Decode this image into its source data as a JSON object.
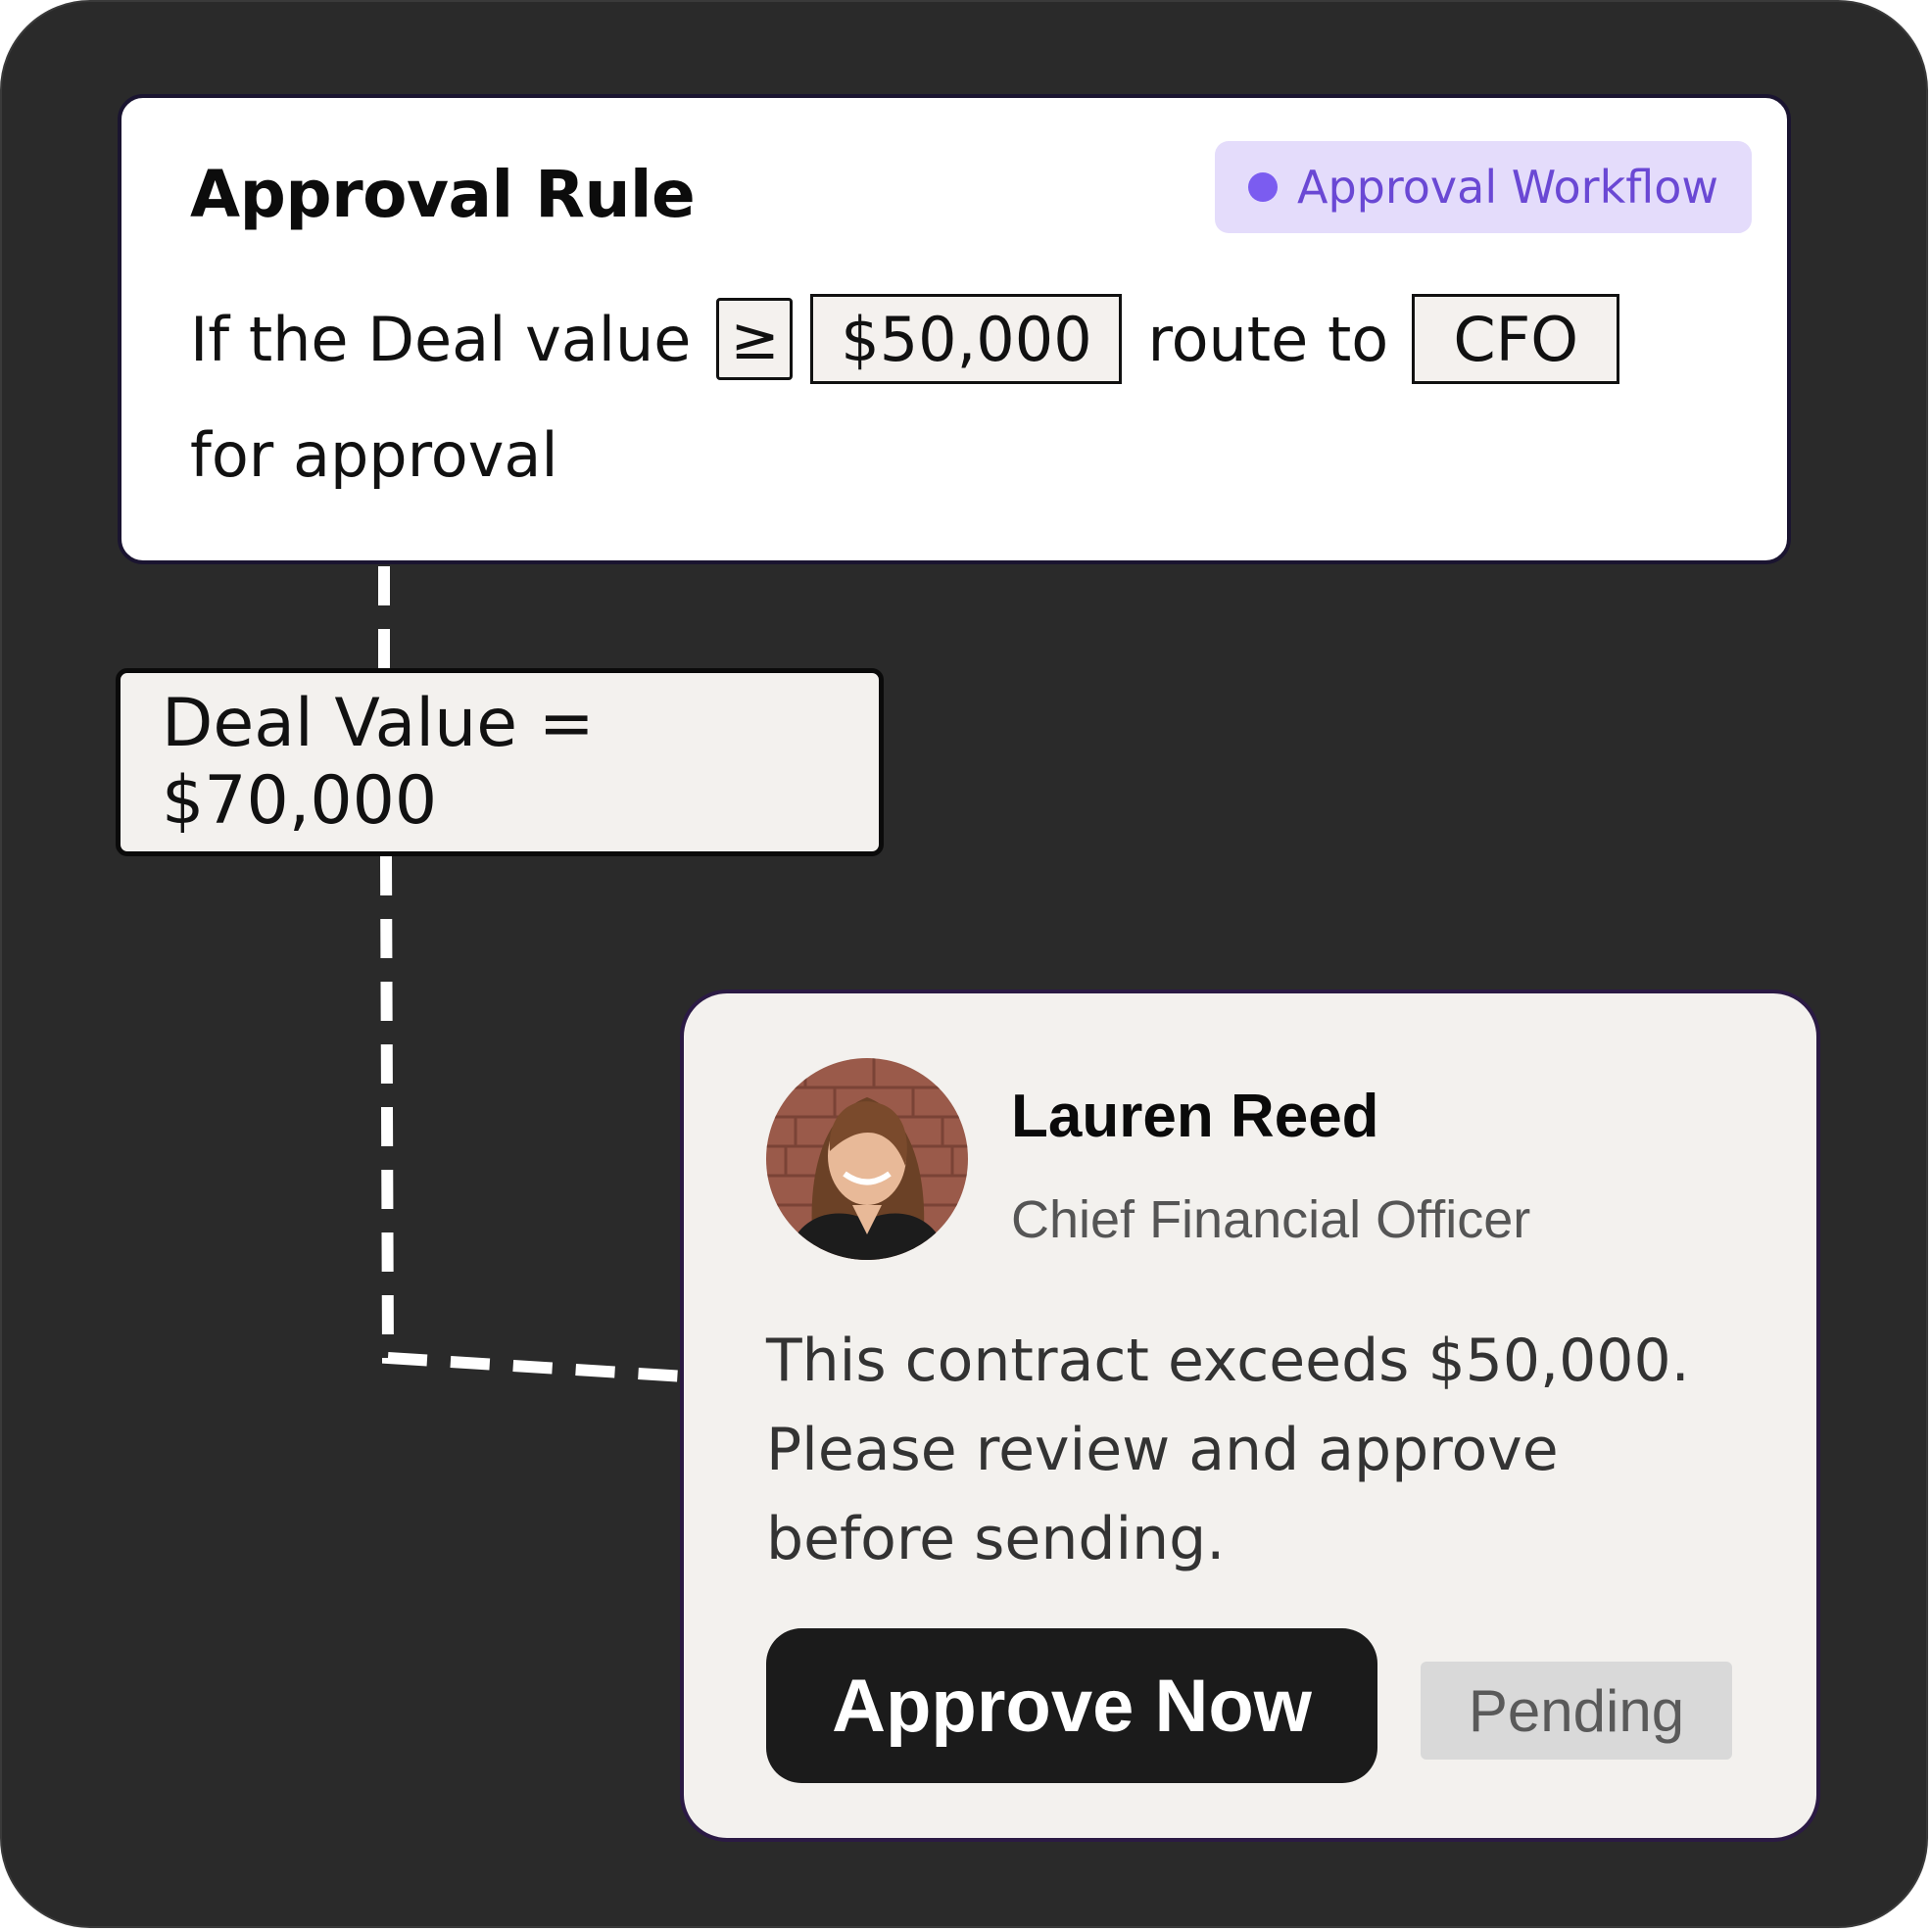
{
  "rule": {
    "title": "Approval Rule",
    "badge": "Approval Workflow",
    "text_prefix": "If the Deal value",
    "operator": "≥",
    "threshold": "$50,000",
    "text_route": "route to",
    "role": "CFO",
    "text_suffix": "for approval"
  },
  "deal": {
    "label": "Deal Value = $70,000"
  },
  "approver": {
    "name": "Lauren Reed",
    "title": "Chief Financial Officer",
    "message": "This contract exceeds $50,000. Please review and approve before sending.",
    "approve_label": "Approve Now",
    "status_label": "Pending"
  },
  "colors": {
    "background": "#2a2a2a",
    "badge_bg": "#e4dcfb",
    "badge_text": "#6a48d4",
    "button_bg": "#1b1b1b",
    "pending_bg": "#d9d9d9"
  }
}
